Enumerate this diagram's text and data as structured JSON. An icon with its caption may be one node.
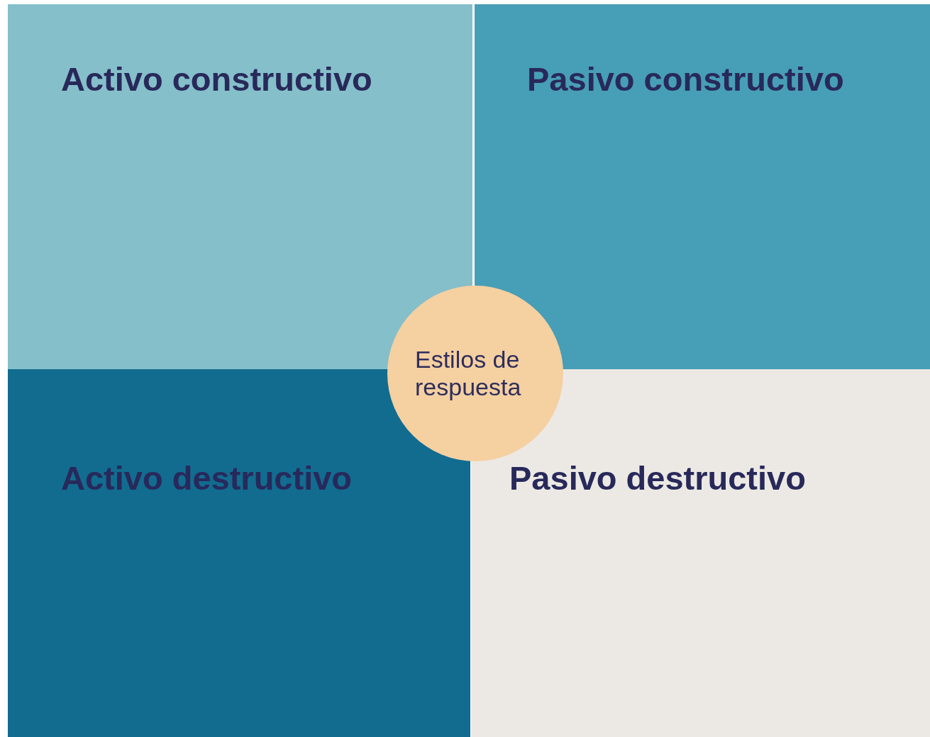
{
  "diagram": {
    "nodes": [
      {
        "text": [
          "Activo constructivo"
        ]
      },
      {
        "text": [
          "Pasivo constructivo"
        ]
      },
      {
        "text": [
          "Activo destructivo"
        ]
      },
      {
        "text": [
          "Pasivo destructivo"
        ]
      },
      {
        "text": [
          "Estilos de respuesta"
        ]
      }
    ]
  }
}
